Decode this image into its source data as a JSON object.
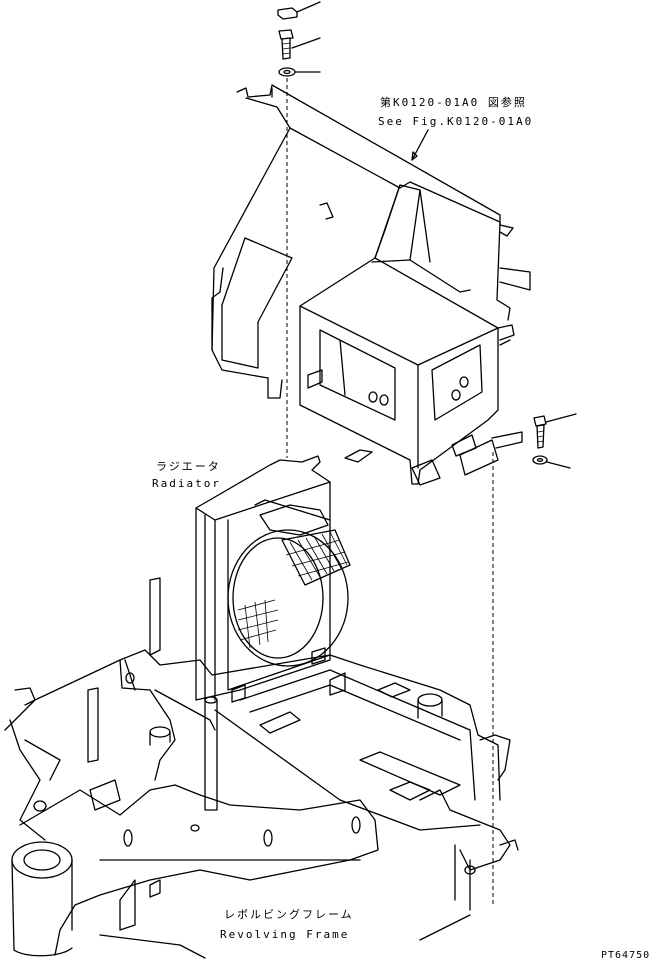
{
  "diagram": {
    "labels": {
      "ref_jp": "第K0120-01A0 図参照",
      "ref_en": "See Fig.K0120-01A0",
      "radiator_jp": "ラジエータ",
      "radiator_en": "Radiator",
      "frame_jp": "レボルビングフレーム",
      "frame_en": "Revolving Frame",
      "drawing_code": "PT64750"
    },
    "parts": [
      "cap",
      "bolt-top",
      "washer-top",
      "cover-plate",
      "duct-box",
      "bolt-right",
      "washer-right",
      "radiator",
      "revolving-frame"
    ]
  }
}
